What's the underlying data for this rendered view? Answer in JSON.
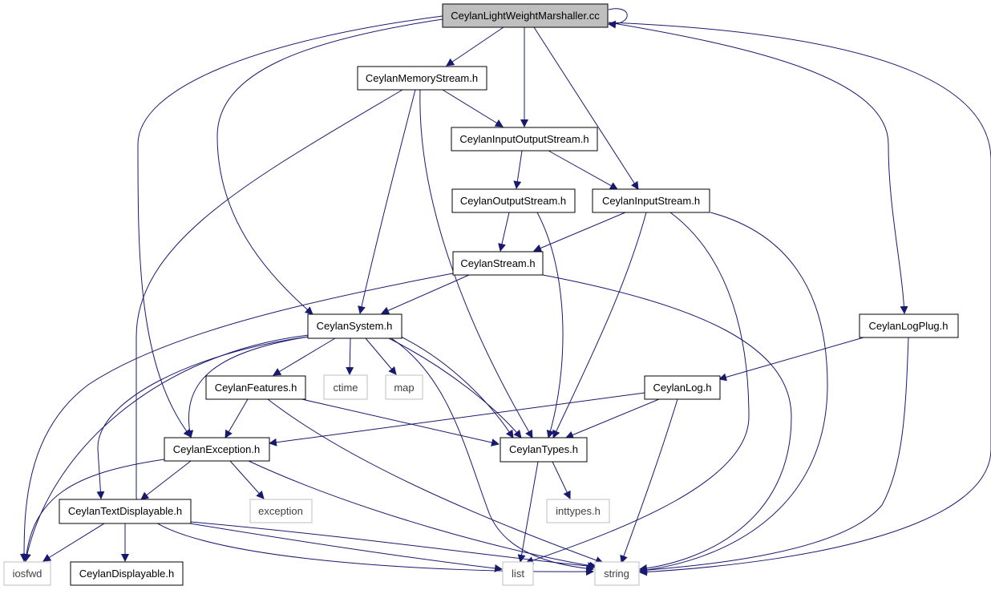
{
  "diagram": {
    "colors": {
      "edge": "#191970",
      "node_border": "#000000",
      "node_border_system": "#bfbfbf",
      "root_fill": "#bfbfbf"
    },
    "nodes": {
      "root": "CeylanLightWeightMarshaller.cc",
      "memstream": "CeylanMemoryStream.h",
      "iostream": "CeylanInputOutputStream.h",
      "outstream": "CeylanOutputStream.h",
      "instream": "CeylanInputStream.h",
      "stream": "CeylanStream.h",
      "system": "CeylanSystem.h",
      "logplug": "CeylanLogPlug.h",
      "features": "CeylanFeatures.h",
      "ctime": "ctime",
      "map": "map",
      "log": "CeylanLog.h",
      "exception_h": "CeylanException.h",
      "types": "CeylanTypes.h",
      "textdisp": "CeylanTextDisplayable.h",
      "exception": "exception",
      "inttypes": "inttypes.h",
      "iosfwd": "iosfwd",
      "displayable": "CeylanDisplayable.h",
      "list": "list",
      "string": "string"
    }
  }
}
